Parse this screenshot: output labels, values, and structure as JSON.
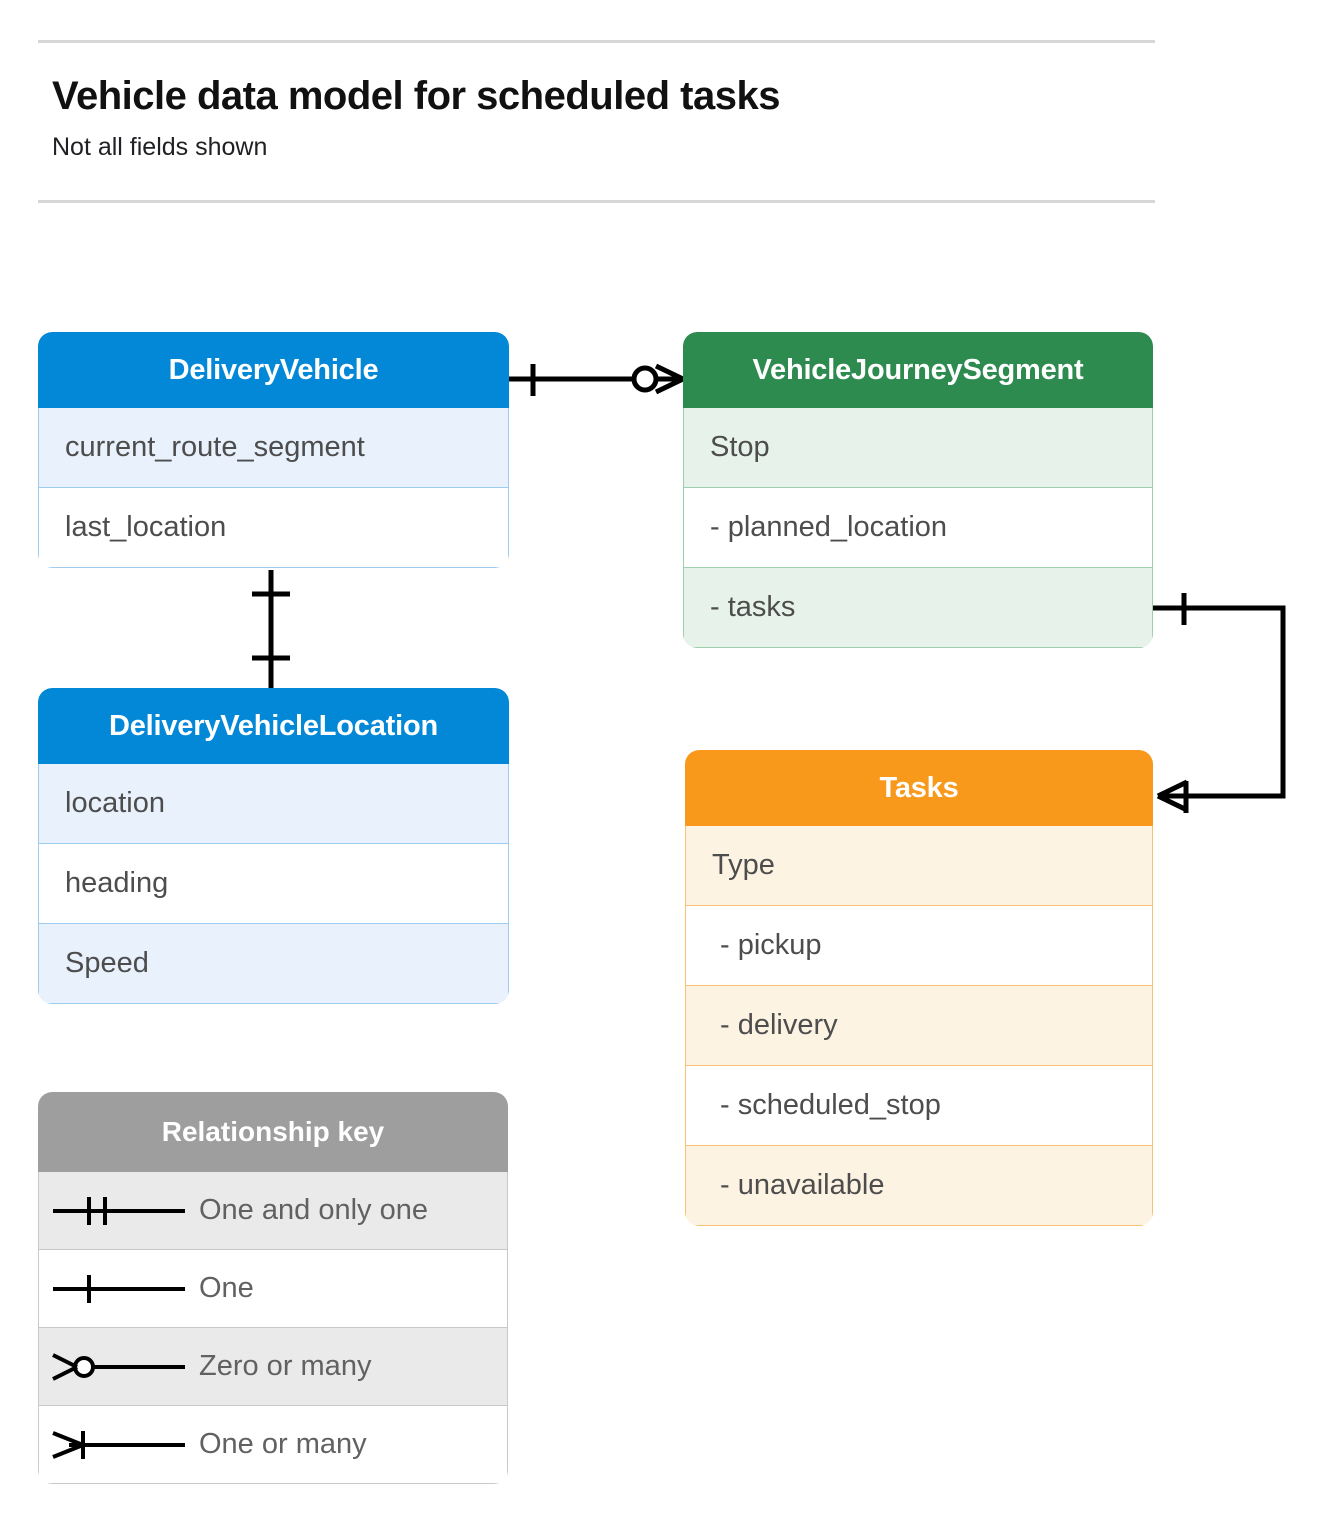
{
  "header": {
    "title": "Vehicle data model for scheduled tasks",
    "subtitle": "Not all fields shown"
  },
  "colors": {
    "blue_header": "#0288d6",
    "blue_row_alt": "#e8f1fc",
    "blue_border": "#9ecbf0",
    "green_header": "#2e8b4f",
    "green_row_alt": "#e7f3ea",
    "green_border": "#9ed0ae",
    "orange_header": "#f8991c",
    "orange_row_alt": "#fdf3e2",
    "orange_border": "#f9c273",
    "gray_header": "#9e9e9e",
    "gray_row_alt": "#eaeaea",
    "connector": "#000000",
    "rule": "#d6d6d6",
    "row_text": "#4d4d4d"
  },
  "entities": [
    {
      "id": "delivery-vehicle",
      "name": "DeliveryVehicle",
      "fields": [
        {
          "label": "current_route_segment"
        },
        {
          "label": "last_location"
        }
      ]
    },
    {
      "id": "vehicle-journey-segment",
      "name": "VehicleJourneySegment",
      "fields": [
        {
          "label": "Stop"
        },
        {
          "label": "-  planned_location"
        },
        {
          "label": "- tasks"
        }
      ]
    },
    {
      "id": "delivery-vehicle-location",
      "name": "DeliveryVehicleLocation",
      "fields": [
        {
          "label": "location"
        },
        {
          "label": "heading"
        },
        {
          "label": "Speed"
        }
      ]
    },
    {
      "id": "tasks",
      "name": "Tasks",
      "fields": [
        {
          "label": "Type"
        },
        {
          "label": "-  pickup"
        },
        {
          "label": "-  delivery"
        },
        {
          "label": "-  scheduled_stop"
        },
        {
          "label": "-  unavailable"
        }
      ]
    }
  ],
  "legend": {
    "title": "Relationship key",
    "rows": [
      {
        "symbol": "one-and-only-one-icon",
        "label": "One and only one"
      },
      {
        "symbol": "one-icon",
        "label": "One"
      },
      {
        "symbol": "zero-or-many-icon",
        "label": "Zero or many"
      },
      {
        "symbol": "one-or-many-icon",
        "label": "One or many"
      }
    ]
  },
  "relationships": [
    {
      "id": "vehicle-to-journey-segment",
      "from": "DeliveryVehicle",
      "to": "VehicleJourneySegment",
      "from_cardinality": "One",
      "to_cardinality": "Zero or many"
    },
    {
      "id": "vehicle-to-vehicle-location",
      "from": "DeliveryVehicle",
      "to": "DeliveryVehicleLocation",
      "from_cardinality": "One",
      "to_cardinality": "One"
    },
    {
      "id": "journey-segment-tasks-to-tasks",
      "from": "VehicleJourneySegment",
      "to": "Tasks",
      "from_cardinality": "One",
      "to_cardinality": "One or many"
    }
  ]
}
